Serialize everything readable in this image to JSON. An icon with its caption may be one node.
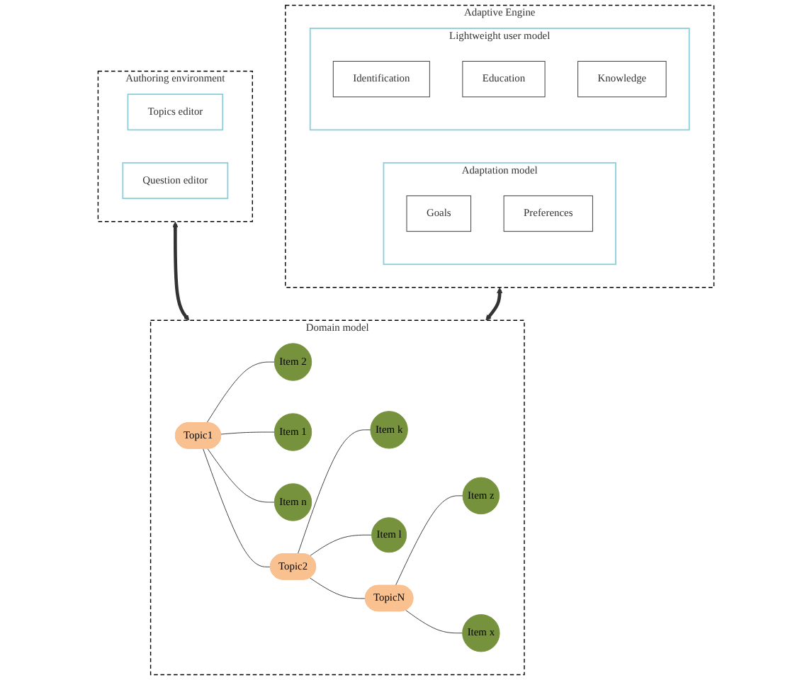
{
  "diagram": {
    "nodes": [
      {
        "text": [
          "Authoring environment"
        ]
      },
      {
        "text": [
          "Topics editor"
        ],
        "in": 0
      },
      {
        "text": [
          "Question editor"
        ],
        "in": 0
      },
      {
        "text": [
          "Adaptive Engine"
        ]
      },
      {
        "text": [
          "Adaptation model"
        ],
        "in": 3
      },
      {
        "text": [
          "Goals"
        ],
        "in": 4
      },
      {
        "text": [
          "Preferences"
        ],
        "in": 4
      },
      {
        "text": [
          "Lightweight user model"
        ],
        "in": 3
      },
      {
        "text": [
          "Identification"
        ],
        "in": 7
      },
      {
        "text": [
          "Education"
        ],
        "in": 7
      },
      {
        "text": [
          "Knowledge"
        ],
        "in": 7
      },
      {
        "text": [
          "Domain model"
        ]
      },
      {
        "text": [
          "Item 2"
        ],
        "in": 11
      },
      {
        "text": [
          "Item 1"
        ],
        "in": 11
      },
      {
        "text": [
          "Topic2"
        ],
        "in": 11
      },
      {
        "text": [
          "Item z"
        ],
        "in": 11
      },
      {
        "text": [
          "Item n"
        ],
        "in": 11
      },
      {
        "text": [
          "Topic1"
        ],
        "in": 11
      },
      {
        "text": [
          "TopicN"
        ],
        "in": 11
      },
      {
        "text": [
          "Item x"
        ],
        "in": 11
      },
      {
        "text": [
          "Item k"
        ],
        "in": 11
      },
      {
        "text": [
          "Item l"
        ],
        "in": 11
      }
    ],
    "edges": [
      {
        "from": 0,
        "to": 11,
        "arrow": "both",
        "style": "thick"
      },
      {
        "from": 3,
        "to": 11,
        "arrow": "both",
        "style": "thick"
      },
      {
        "from": 17,
        "to": 12,
        "arrow": "none"
      },
      {
        "from": 17,
        "to": 13,
        "arrow": "none"
      },
      {
        "from": 17,
        "to": 16,
        "arrow": "none"
      },
      {
        "from": 17,
        "to": 14,
        "arrow": "none"
      },
      {
        "from": 14,
        "to": 20,
        "arrow": "none"
      },
      {
        "from": 14,
        "to": 21,
        "arrow": "none"
      },
      {
        "from": 14,
        "to": 18,
        "arrow": "none"
      },
      {
        "from": 18,
        "to": 15,
        "arrow": "none"
      },
      {
        "from": 18,
        "to": 19,
        "arrow": "none"
      }
    ]
  }
}
